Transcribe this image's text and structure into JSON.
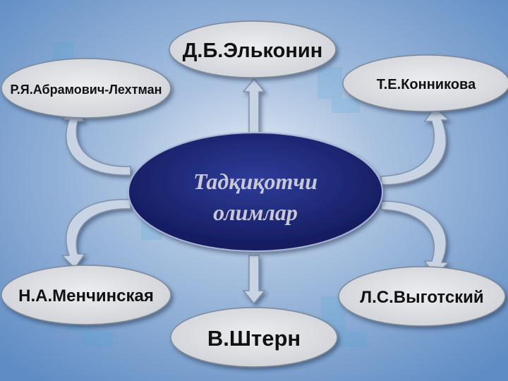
{
  "center": {
    "line1": "Тадқиқотчи",
    "line2": "олимлар"
  },
  "nodes": {
    "top": "Д.Б.Эльконин",
    "top_left": "Р.Я.Абрамович-Лехтман",
    "top_right": "Т.Е.Конникова",
    "bottom_left": "Н.А.Менчинская",
    "bottom_right": "Л.С.Выготский",
    "bottom": "В.Штерн"
  },
  "colors": {
    "background": "#8fb0d6",
    "center_fill": "#1f2a7a",
    "node_fill": "#dfe0e3",
    "arrow_fill": "#c8d3e3"
  }
}
